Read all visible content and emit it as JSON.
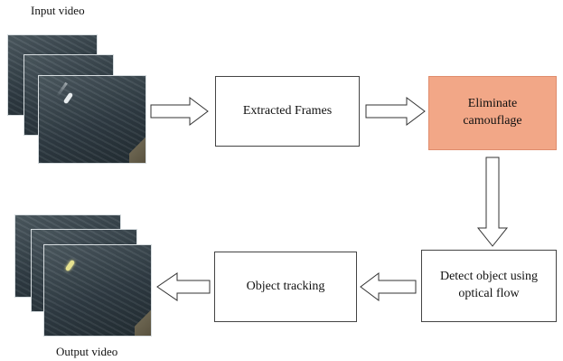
{
  "input_label": "Input video",
  "output_label": "Output video",
  "steps": {
    "extracted_frames": "Extracted Frames",
    "eliminate_camouflage": "Eliminate camouflage",
    "detect_object": "Detect object using optical flow",
    "object_tracking": "Object tracking"
  },
  "colors": {
    "highlight_fill": "#f2a787",
    "box_border": "#444444",
    "arrow_stroke": "#333333"
  }
}
